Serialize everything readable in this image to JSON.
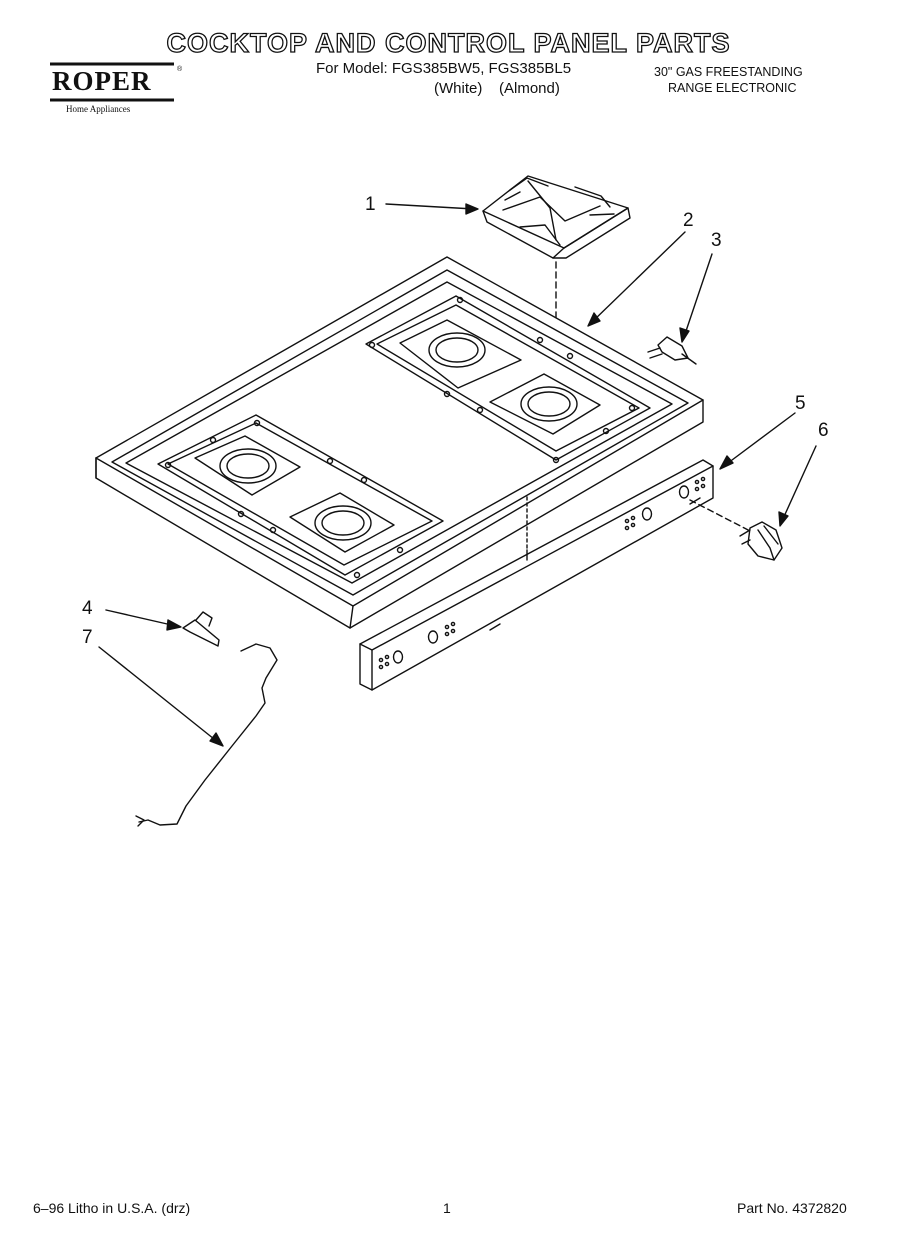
{
  "header": {
    "title": "COCKTOP AND CONTROL PANEL PARTS",
    "brand": "ROPER",
    "brand_tm": "®",
    "brand_subtitle": "Home Appliances",
    "model_line1": "For Model: FGS385BW5, FGS385BL5",
    "model_line2": "(White)    (Almond)",
    "product_line1": "30\" GAS FREESTANDING",
    "product_line2": "RANGE ELECTRONIC"
  },
  "callouts": [
    "1",
    "2",
    "3",
    "4",
    "5",
    "6",
    "7"
  ],
  "footer": {
    "litho": "6–96 Litho in U.S.A. (drz)",
    "page_number": "1",
    "part_number": "Part No. 4372820"
  }
}
